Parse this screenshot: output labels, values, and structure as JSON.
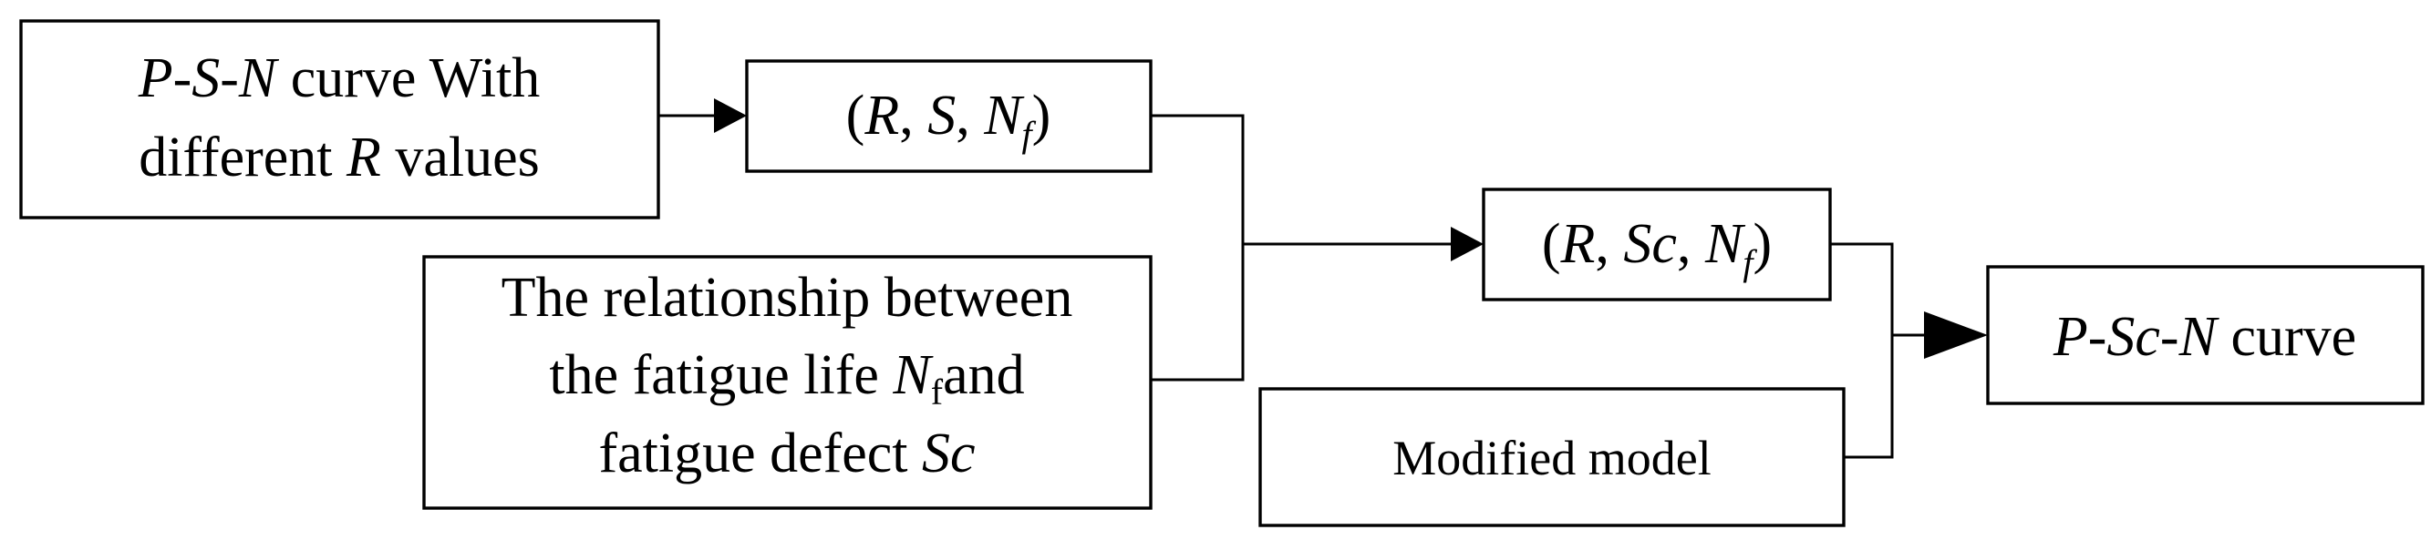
{
  "nodes": {
    "psn_curve": {
      "line1_italic": "P",
      "line1_dash1": "-",
      "line1_italic2": "S",
      "line1_dash2": "-",
      "line1_italic3": "N",
      "line1_rest": " curve With",
      "line2_start": "different ",
      "line2_italic": "R",
      "line2_end": " values"
    },
    "r_s_nf": {
      "open": "(",
      "r": "R",
      "sep1": ", ",
      "s": "S",
      "sep2": ", ",
      "n": "N",
      "sub": "f",
      "close": ")"
    },
    "relationship": {
      "line1": "The relationship between",
      "line2_start": "the fatigue life ",
      "line2_italic": "N",
      "line2_sub": "f",
      "line2_end": "and",
      "line3_start": "fatigue defect ",
      "line3_italic": "Sc"
    },
    "r_sc_nf": {
      "open": "(",
      "r": "R",
      "sep1": ", ",
      "sc": "Sc",
      "sep2": ", ",
      "n": "N",
      "sub": "f",
      "close": ")"
    },
    "modified_model": {
      "label": "Modified model"
    },
    "pscn_curve": {
      "italic1": "P",
      "dash1": "-",
      "italic2": "Sc",
      "dash2": "-",
      "italic3": "N",
      "rest": " curve"
    }
  },
  "edges": [
    {
      "from": "psn_curve",
      "to": "r_s_nf"
    },
    {
      "from": "r_s_nf",
      "to": "r_sc_nf"
    },
    {
      "from": "relationship",
      "to": "r_sc_nf"
    },
    {
      "from": "r_sc_nf",
      "to": "pscn_curve"
    },
    {
      "from": "modified_model",
      "to": "pscn_curve"
    }
  ],
  "colors": {
    "stroke": "#000000",
    "background": "#ffffff"
  }
}
